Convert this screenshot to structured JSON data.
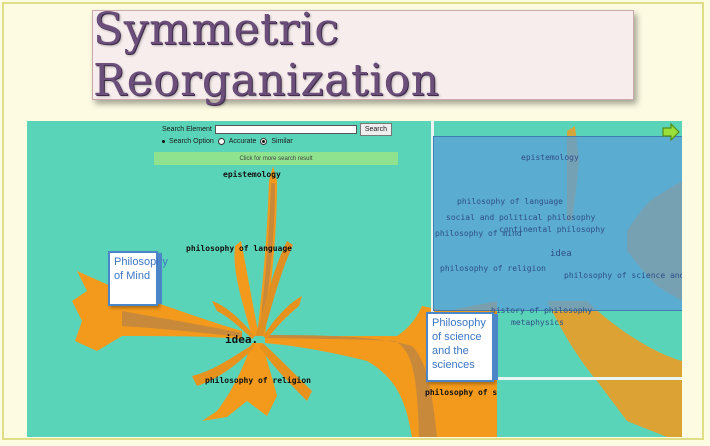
{
  "title": "Symmetric Reorganization",
  "search": {
    "label": "Search Element",
    "input_value": "",
    "button_label": "Search",
    "option_label": "Search Option",
    "option_accurate": "Accurate",
    "option_similar": "Similar",
    "more_results": "Click for more search result"
  },
  "main_graph": {
    "center": "idea.",
    "labels": {
      "epistemology": "epistemology",
      "language": "philosophy of language",
      "religion": "philosophy of religion",
      "science": "philosophy of s"
    }
  },
  "callouts": {
    "mind": "Philosophy of Mind",
    "science": "Philosophy of science and the sciences"
  },
  "minimap": {
    "labels": {
      "epistemology": "epistemology",
      "language": "philosophy of language",
      "social": "social and political philosophy",
      "continental": "continental philosophy",
      "mind": "philosophy of mind",
      "idea": "idea",
      "religion": "philosophy of religion",
      "science": "philosophy of science and t",
      "history": "history of philosophy",
      "metaphysics": "metaphysics"
    }
  },
  "colors": {
    "background": "#5ad4b9",
    "branch": "#f39a1c",
    "branch_dark": "#c8893a",
    "callout_border": "#4a86c8"
  },
  "icons": {
    "next": "arrow-right-icon"
  }
}
